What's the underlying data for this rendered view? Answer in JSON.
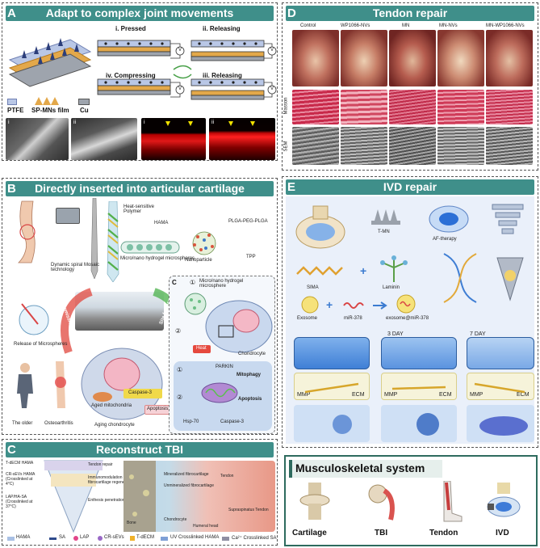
{
  "panel_A": {
    "letter": "A",
    "title": "Adapt to complex joint movements",
    "steps": [
      "i. Pressed",
      "ii. Releasing",
      "iv. Compressing",
      "iii. Releasing"
    ],
    "legend": [
      "PTFE",
      "SP-MNs film",
      "Cu"
    ],
    "photo_labels": [
      "i",
      "ii",
      "i",
      "ii"
    ],
    "volt": "V"
  },
  "panel_D": {
    "letter": "D",
    "title": "Tendon repair",
    "columns": [
      "Control",
      "WP1066-NVs",
      "MN",
      "MN-NVs",
      "MN-WP1066-NVs"
    ],
    "rows": [
      "Masson",
      "SEM"
    ]
  },
  "panel_B": {
    "letter": "B",
    "title": "Directly inserted into articular cartilage",
    "labels": {
      "polymer": "Heat-sensitive Polymer",
      "hama": "HAMA",
      "plga": "PLGA-PEG-PLGA",
      "tpp": "TPP",
      "nanoparticle": "Nanoparticle",
      "microspheres": "Micro/nano hydrogel microspheres",
      "mosaic": "Dynamic spiral Mosaic technology",
      "release": "Release of Microspheres",
      "heat_emission": "Heat emission",
      "site_factors": "Site factors",
      "older": "The older",
      "oa": "Osteoarthritis",
      "aging": "Aging chondrocyte",
      "aged_mito": "Aged mitochondria",
      "caspase": "Caspase-3",
      "apoptosis": "Apoptosis",
      "sub_c": "C",
      "mh_micro": "Micro/nano hydrogel microsphere",
      "chondrocyte": "Chondrocyte",
      "heat": "Heat",
      "parkin": "PARKIN",
      "mitophagy": "Mitophagy",
      "apoptosis2": "Apoptosis",
      "hsp": "Hsp-70",
      "caspase2": "Caspase-3",
      "step1": "①",
      "step2": "②"
    }
  },
  "panel_E": {
    "letter": "E",
    "title": "IVD repair",
    "labels": {
      "tmn": "T-MN",
      "af": "AF-therapy",
      "sima": "SIMA",
      "laminin": "Laminin",
      "exosome": "Exosome",
      "mir": "miR-378",
      "combo": "exosome@miR-378",
      "day3": "3 DAY",
      "day7": "7 DAY",
      "mmp": "MMP",
      "ecm": "ECM"
    }
  },
  "panel_C": {
    "letter": "C",
    "title": "Reconstruct TBI",
    "annotations": [
      "T-dECM HAMA",
      "CR-sEVs HAMA (Crosslinked at 4°C)",
      "LAP/HA-SA (Crosslinked at 37°C)",
      "Tendon repair",
      "Immunomodulation and fibrocartilage regeneration",
      "Enthesis penetration",
      "Bone",
      "Mineralized fibrocartilage",
      "Unmineralized fibrocartilage",
      "Tendon",
      "Supraspinatus Tendon",
      "Humeral head",
      "Chondrocyte"
    ],
    "legend": [
      "HAMA",
      "SA",
      "LAP",
      "CR-sEVs",
      "T-dECM",
      "UV Crosslinked HAMA",
      "Ca²⁺ Crosslinked SA"
    ]
  },
  "panel_I": {
    "title": "Musculoskeletal system",
    "items": [
      "Cartilage",
      "TBI",
      "Tendon",
      "IVD"
    ]
  },
  "colors": {
    "banner": "#3f8f8a",
    "dark_green": "#2e6b5e"
  }
}
